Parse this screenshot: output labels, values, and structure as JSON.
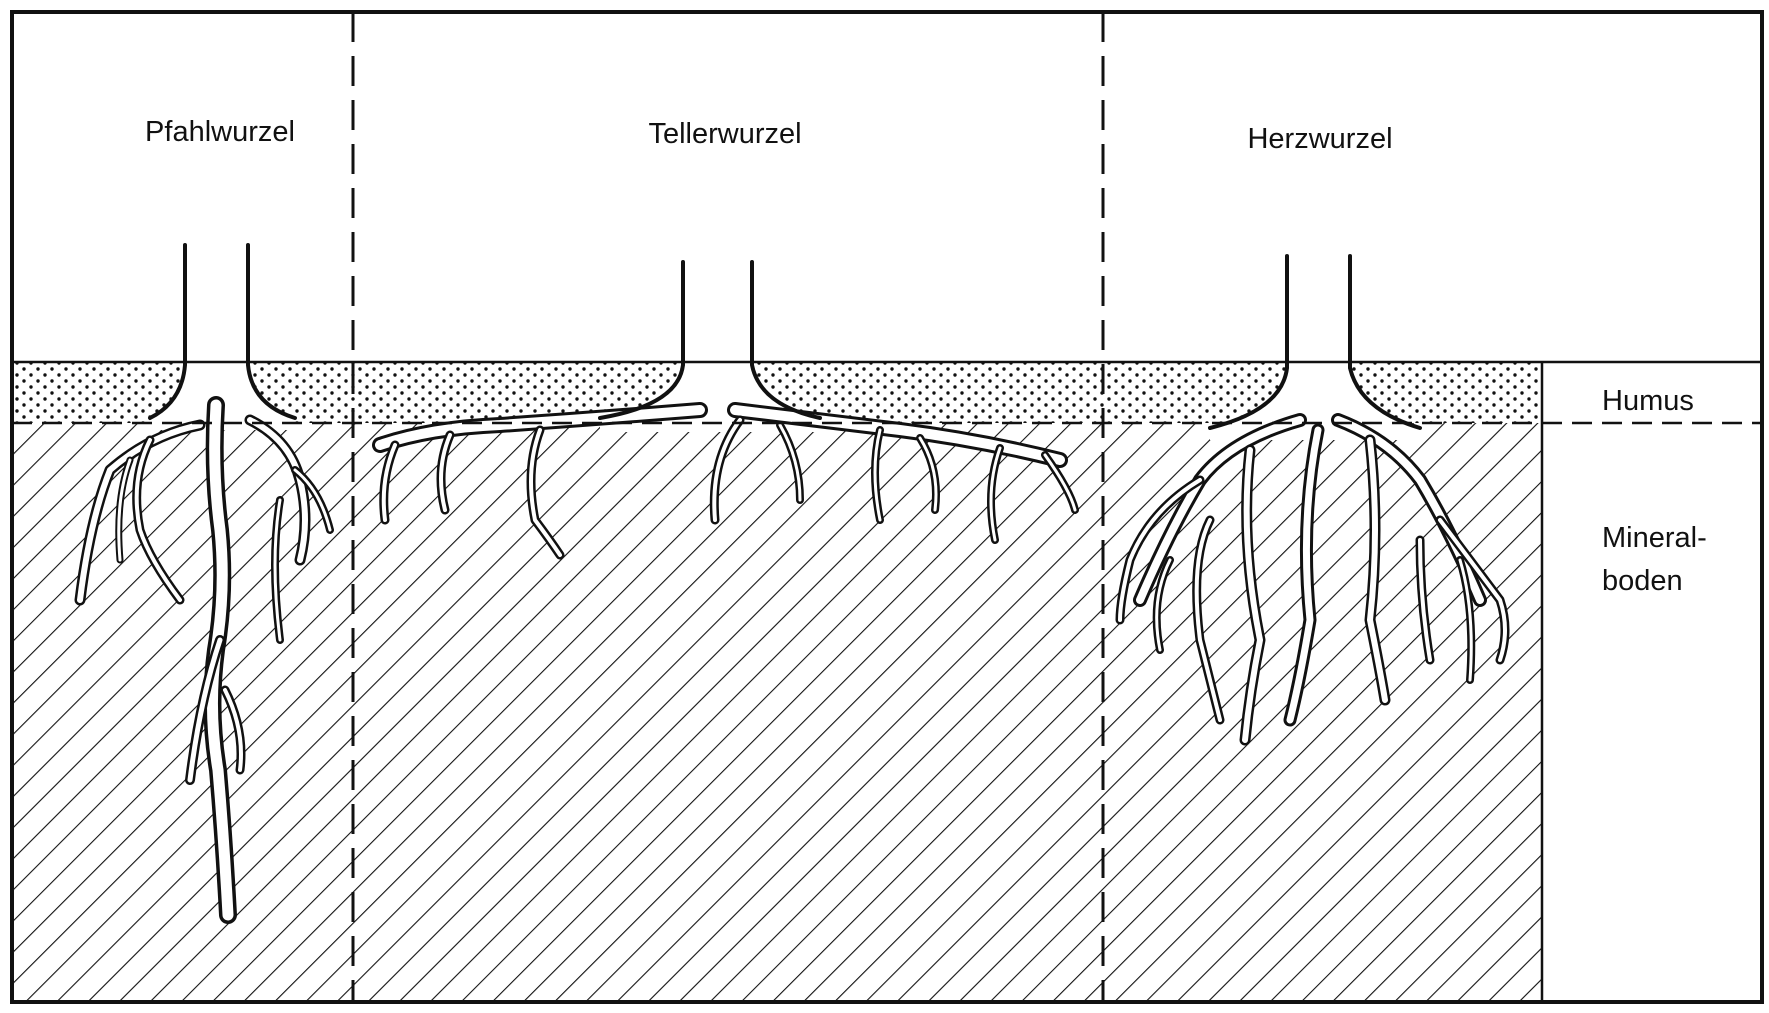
{
  "root_types": [
    {
      "id": "pfahlwurzel",
      "label": "Pfahlwurzel"
    },
    {
      "id": "tellerwurzel",
      "label": "Tellerwurzel"
    },
    {
      "id": "herzwurzel",
      "label": "Herzwurzel"
    }
  ],
  "soil_layers": {
    "humus": "Humus",
    "mineral_line1": "Mineral-",
    "mineral_line2": "boden"
  }
}
